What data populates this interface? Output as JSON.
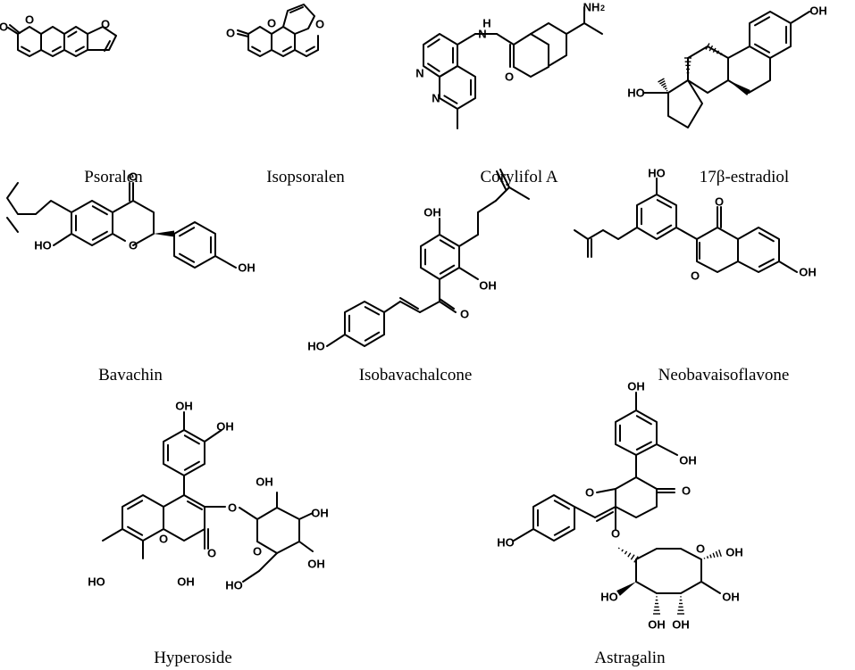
{
  "compounds": [
    {
      "name": "Psoralen"
    },
    {
      "name": "Isopsoralen"
    },
    {
      "name": "Corylifol A"
    },
    {
      "name": "17β-estradiol"
    },
    {
      "name": "Bavachin"
    },
    {
      "name": "Isobavachalcone"
    },
    {
      "name": "Neobavaisoflavone"
    },
    {
      "name": "Hyperoside"
    },
    {
      "name": "Astragalin"
    }
  ],
  "atoms": {
    "O": "O",
    "N": "N",
    "H": "H",
    "HO": "HO",
    "OH": "OH",
    "NH2": "NH",
    "sub2": "2"
  }
}
